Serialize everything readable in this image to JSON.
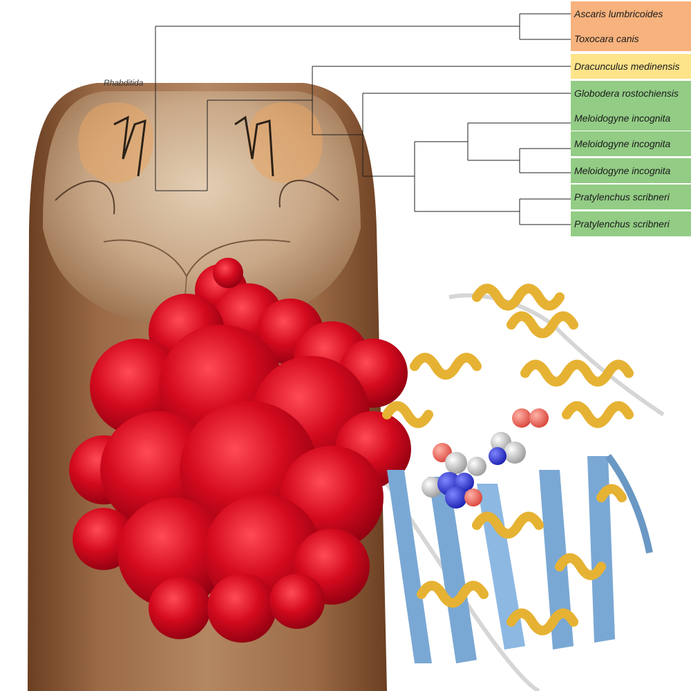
{
  "tree": {
    "clade_label": "Rhabditida",
    "leaves": [
      {
        "name": "Ascaris lumbricoides",
        "color": "#f7b27d"
      },
      {
        "name": "Toxocara canis",
        "color": "#f7b27d"
      },
      {
        "name": "Dracunculus medinensis",
        "color": "#fde38a"
      },
      {
        "name": "Globodera rostochiensis",
        "color": "#93cc85"
      },
      {
        "name": "Meloidogyne incognita",
        "color": "#93cc85"
      },
      {
        "name": "Meloidogyne incognita",
        "color": "#93cc85"
      },
      {
        "name": "Meloidogyne incognita",
        "color": "#93cc85"
      },
      {
        "name": "Pratylenchus scribneri",
        "color": "#93cc85"
      },
      {
        "name": "Pratylenchus scribneri",
        "color": "#93cc85"
      }
    ]
  },
  "colors": {
    "worm_body": "#8a5a3a",
    "worm_head": "#c9a988",
    "surface_protein": "#d40a1e",
    "helix": "#e6b233",
    "sheet": "#7aa8d4",
    "loop": "#d6d6d6"
  },
  "icons": [
    "worm-head-micrograph",
    "protein-surface-render",
    "protein-ribbon-render",
    "ligand-spheres"
  ]
}
